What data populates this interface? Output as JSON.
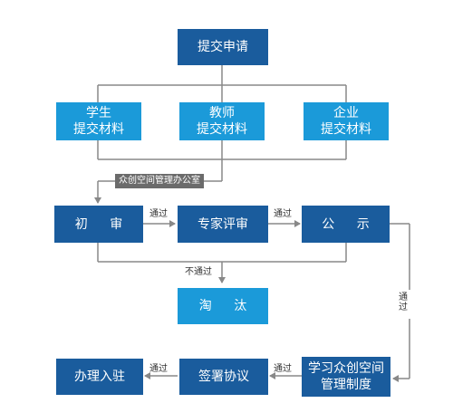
{
  "nodes": {
    "submit_application": "提交申请",
    "student_line1": "学生",
    "student_line2": "提交材料",
    "teacher_line1": "教师",
    "teacher_line2": "提交材料",
    "enterprise_line1": "企业",
    "enterprise_line2": "提交材料",
    "initial_review": "初 审",
    "expert_review": "专家评审",
    "public_notice": "公 示",
    "eliminated": "淘 汰",
    "study_rules_line1": "学习众创空间",
    "study_rules_line2": "管理制度",
    "sign_agreement": "签署协议",
    "move_in": "办理入驻"
  },
  "labels": {
    "office": "众创空间管理办公室",
    "pass_1": "通过",
    "pass_2": "通过",
    "fail": "不通过",
    "pass_vertical": "通过",
    "pass_3": "通过",
    "pass_4": "通过"
  },
  "colors": {
    "dark_box": "#1a5c9d",
    "light_box": "#1b9ad9",
    "connector": "#888888",
    "tag_bg": "#6b6b6b"
  }
}
